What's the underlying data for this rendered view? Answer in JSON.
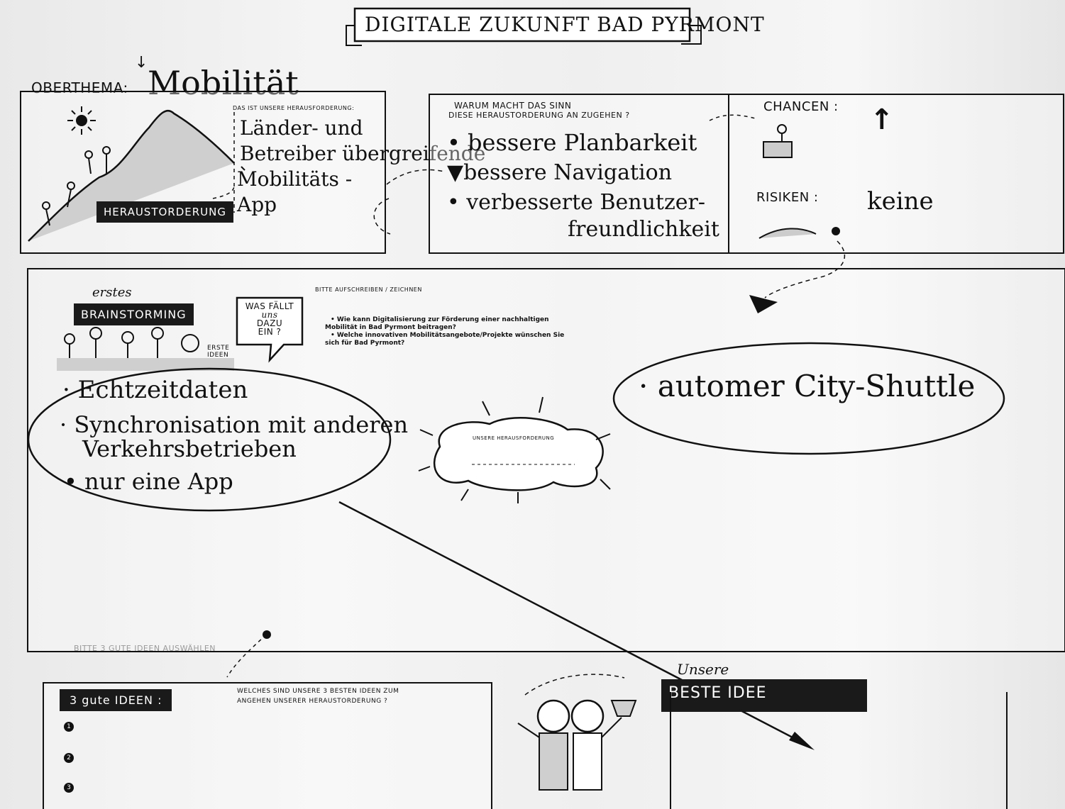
{
  "title": "DIGITALE ZUKUNFT BAD PYRMONT",
  "oberthema": {
    "label": "OBERTHEMA:",
    "value": "Mobilität"
  },
  "herausforderung": {
    "intro": "DAS IST UNSERE HERAUSFORDERUNG:",
    "lines": [
      "Länder- und",
      "Betreiber übergreifende",
      "Mobilitäts -",
      "App"
    ],
    "banner": "HERAUSTORDERUNG"
  },
  "warum": {
    "heading1": "WARUM MACHT DAS SINN",
    "heading2": "DIESE HERAUSTORDERUNG AN ZUGEHEN ?",
    "items": [
      "bessere Planbarkeit",
      "bessere Navigation",
      "verbesserte Benutzer-",
      "freundlichkeit"
    ]
  },
  "chancen": {
    "label": "CHANCEN :",
    "risiken_label": "RISIKEN :",
    "risiken_value": "keine"
  },
  "brainstorming": {
    "erstes": "erstes",
    "banner": "BRAINSTORMING",
    "bubble": [
      "WAS FÄLLT",
      "uns",
      "DAZU",
      "EIN ?"
    ],
    "erste_ideen": [
      "ERSTE",
      "IDEEN"
    ],
    "instruction": "BITTE AUFSCHREIBEN / ZEICHNEN",
    "q1a": "• Wie kann Digitalisierung zur Förderung einer nachhaltigen",
    "q1b": "Mobilität in Bad Pyrmont beitragen?",
    "q2a": "• Welche innovativen Mobilitätsangebote/Projekte wünschen Sie",
    "q2b": "sich für Bad Pyrmont?",
    "ideas_left": [
      "Echtzeitdaten",
      "Synchronisation mit anderen",
      "Verkehrsbetrieben",
      "nur eine App"
    ],
    "idea_right": "automer City-Shuttle",
    "cloud_label": "UNSERE HERAUSFORDERUNG",
    "footer_hint": "BITTE 3 GUTE IDEEN AUSWÄHLEN"
  },
  "drei_ideen": {
    "banner": "3 gute IDEEN :",
    "question1": "WELCHES SIND UNSERE 3 BESTEN IDEEN ZUM",
    "question2": "ANGEHEN UNSERER HERAUSTORDERUNG ?",
    "numbers": [
      "1",
      "2",
      "3"
    ]
  },
  "beste_idee": {
    "unsere": "Unsere",
    "banner": "BESTE IDEE"
  }
}
